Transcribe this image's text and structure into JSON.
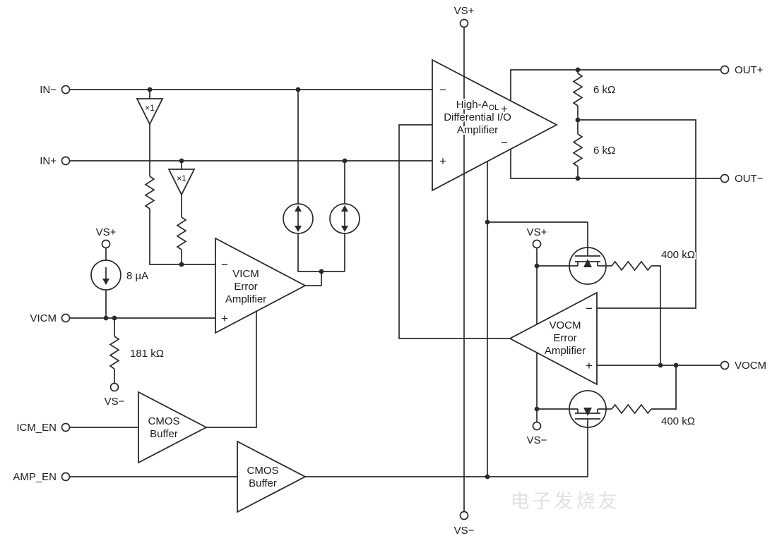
{
  "terminals": {
    "vs_plus_top": "VS+",
    "vs_minus_bottom": "VS−",
    "in_minus": "IN−",
    "in_plus": "IN+",
    "vicm": "VICM",
    "icm_en": "ICM_EN",
    "amp_en": "AMP_EN",
    "out_plus": "OUT+",
    "out_minus": "OUT−",
    "vocm": "VOCM",
    "vs_plus_mid_left": "VS+",
    "vs_minus_mid_left": "VS−",
    "vs_plus_right": "VS+",
    "vs_minus_right": "VS−"
  },
  "main_amp": {
    "label_main": "High-A",
    "label_sub": "OL",
    "label_line2": "Differential I/O",
    "label_line3": "Amplifier"
  },
  "vicm_amp": {
    "line1": "VICM",
    "line2": "Error",
    "line3": "Amplifier"
  },
  "vocm_amp": {
    "line1": "VOCM",
    "line2": "Error",
    "line3": "Amplifier"
  },
  "cmos_buffer_top": {
    "line1": "CMOS",
    "line2": "Buffer"
  },
  "cmos_buffer_bottom": {
    "line1": "CMOS",
    "line2": "Buffer"
  },
  "unity_buffer_top": "×1",
  "unity_buffer_bottom": "×1",
  "components": {
    "bias_current": "8 µA",
    "vicm_resistor": "181 kΩ",
    "output_resistor_top": "6 kΩ",
    "output_resistor_bottom": "6 kΩ",
    "vocm_resistor_top": "400 kΩ",
    "vocm_resistor_bottom": "400 kΩ"
  },
  "signs": {
    "plus": "+",
    "minus": "−"
  },
  "watermark": "电子发烧友",
  "colors": {
    "line": "#2a2a2a",
    "background": "#ffffff"
  }
}
